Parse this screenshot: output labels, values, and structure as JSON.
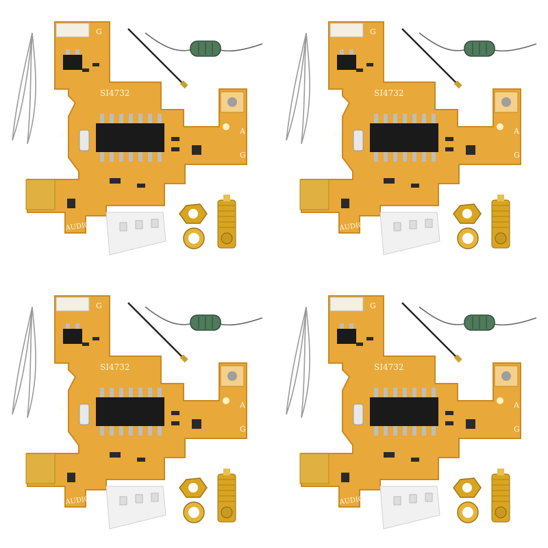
{
  "image": {
    "kits": [
      {
        "board": {
          "chip_marking": "SI4732",
          "connector_label": "AUDIO",
          "pad_labels": {
            "top": "G",
            "right_a": "A",
            "right_g": "G",
            "left_r": "R"
          }
        }
      },
      {
        "board": {
          "chip_marking": "SI4732",
          "connector_label": "AUDIO",
          "pad_labels": {
            "top": "G",
            "right_a": "A",
            "right_g": "G",
            "left_r": "R"
          }
        }
      },
      {
        "board": {
          "chip_marking": "SI4732",
          "connector_label": "AUDIO",
          "pad_labels": {
            "top": "G",
            "right_a": "A",
            "right_g": "G",
            "left_r": "R"
          }
        }
      },
      {
        "board": {
          "chip_marking": "SI4732",
          "connector_label": "AUDIO",
          "pad_labels": {
            "top": "G",
            "right_a": "A",
            "right_g": "G",
            "left_r": "R"
          }
        }
      }
    ],
    "colors": {
      "pcb": "#e8a83a",
      "pcb_edge": "#c98a22",
      "chip": "#1a1a1a",
      "gold": "#d9a520",
      "inductor": "#4f7a5c",
      "background": "#ffffff"
    }
  }
}
